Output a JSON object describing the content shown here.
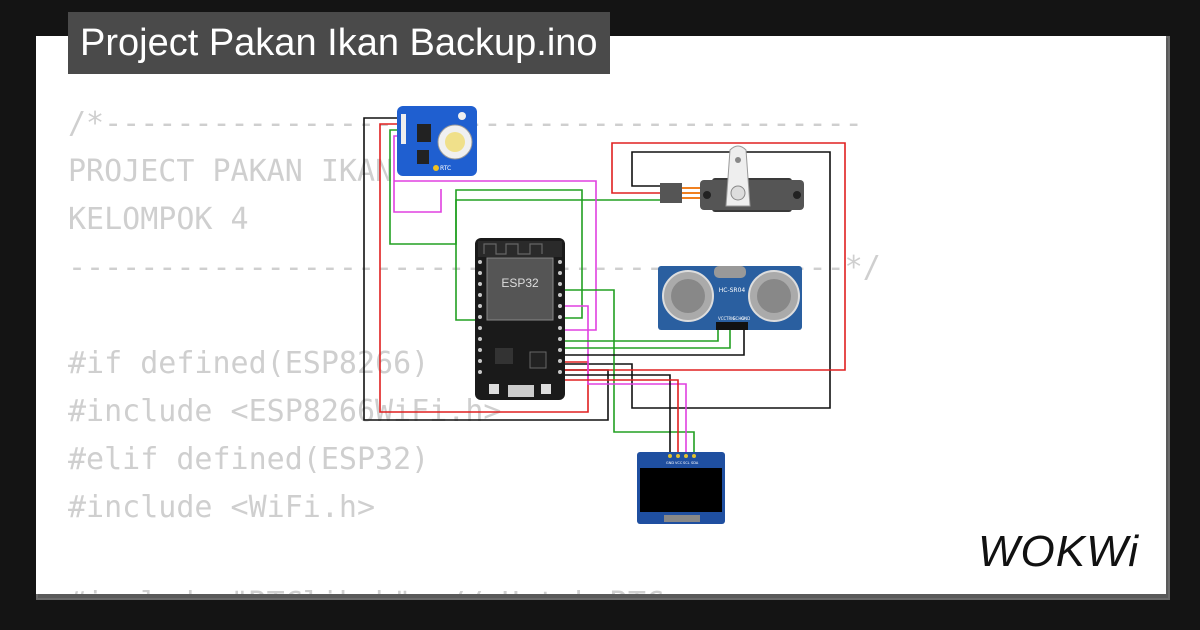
{
  "window": {
    "title": "Project Pakan Ikan Backup.ino"
  },
  "code_lines": [
    "/*------------------------------------------",
    "PROJECT PAKAN IKAN",
    "KELOMPOK 4",
    "-------------------------------------------*/",
    "",
    "#if defined(ESP8266)",
    "#include <ESP8266WiFi.h>",
    "#elif defined(ESP32)",
    "#include <WiFi.h>",
    "",
    "#include \"RTClib.h\"  // Untuk RTC"
  ],
  "components": {
    "esp32": {
      "label": "ESP32"
    },
    "rtc": {
      "label": "RTC"
    },
    "ultrasonic": {
      "label": "HC-SR04",
      "pins": [
        "VCC",
        "TRIG",
        "ECHO",
        "GND"
      ]
    },
    "oled": {
      "pins": [
        "GND",
        "VCC",
        "SCL",
        "SDA"
      ]
    }
  },
  "wire_colors": {
    "red": "#e02020",
    "black": "#111111",
    "green": "#22a022",
    "magenta": "#e040e0",
    "orange": "#f08020"
  },
  "brand": {
    "logo_text": "WOKWi"
  }
}
